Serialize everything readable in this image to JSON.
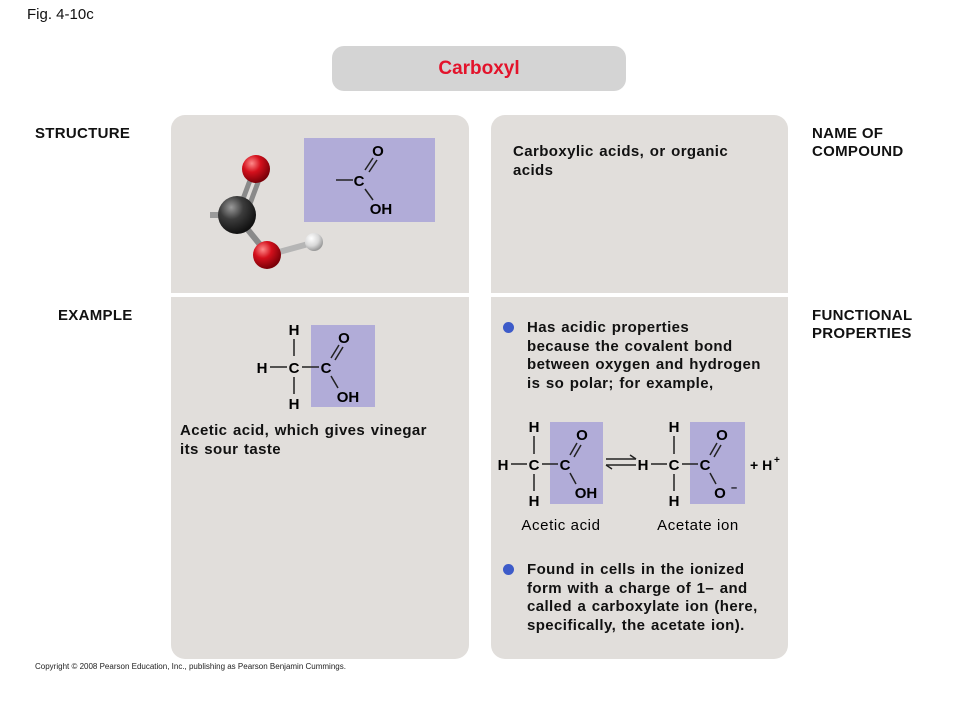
{
  "figure_label": "Fig. 4-10c",
  "title": "Carboxyl",
  "labels": {
    "structure": "STRUCTURE",
    "example": "EXAMPLE",
    "name_of_compound_line1": "NAME OF",
    "name_of_compound_line2": "COMPOUND",
    "functional_properties_line1": "FUNCTIONAL",
    "functional_properties_line2": "PROPERTIES"
  },
  "name_of_compound": {
    "line1": "Carboxylic acids, or organic",
    "line2": "acids"
  },
  "example_caption": {
    "line1": "Acetic acid, which gives vinegar",
    "line2": "its sour taste"
  },
  "property_1": {
    "line1": "Has acidic properties",
    "line2": "because the covalent bond",
    "line3": "between oxygen and hydrogen",
    "line4": "is so polar; for example,"
  },
  "property_2": {
    "line1": "Found in cells in the ionized",
    "line2": "form with a charge of 1– and",
    "line3": "called a carboxylate ion (here,",
    "line4": "specifically, the acetate ion)."
  },
  "atoms": {
    "carbon": "C",
    "oxygen": "O",
    "hydrogen": "H",
    "hydroxyl": "OH",
    "anion_oxygen": "O",
    "anion_charge": "–",
    "proton": "+ H",
    "proton_charge": "+"
  },
  "reaction_labels": {
    "acid": "Acetic acid",
    "ion": "Acetate ion"
  },
  "colors": {
    "title": "#e3132b",
    "panel": "#e1dedb",
    "highlight": "#b1acd8",
    "bullet": "#3d5bc9",
    "oxygen_atom": "#d4101c",
    "carbon_atom": "#3c3c3c",
    "hydrogen_atom": "#d8d8d8"
  },
  "copyright": "Copyright © 2008 Pearson Education, Inc., publishing as Pearson Benjamin Cummings."
}
